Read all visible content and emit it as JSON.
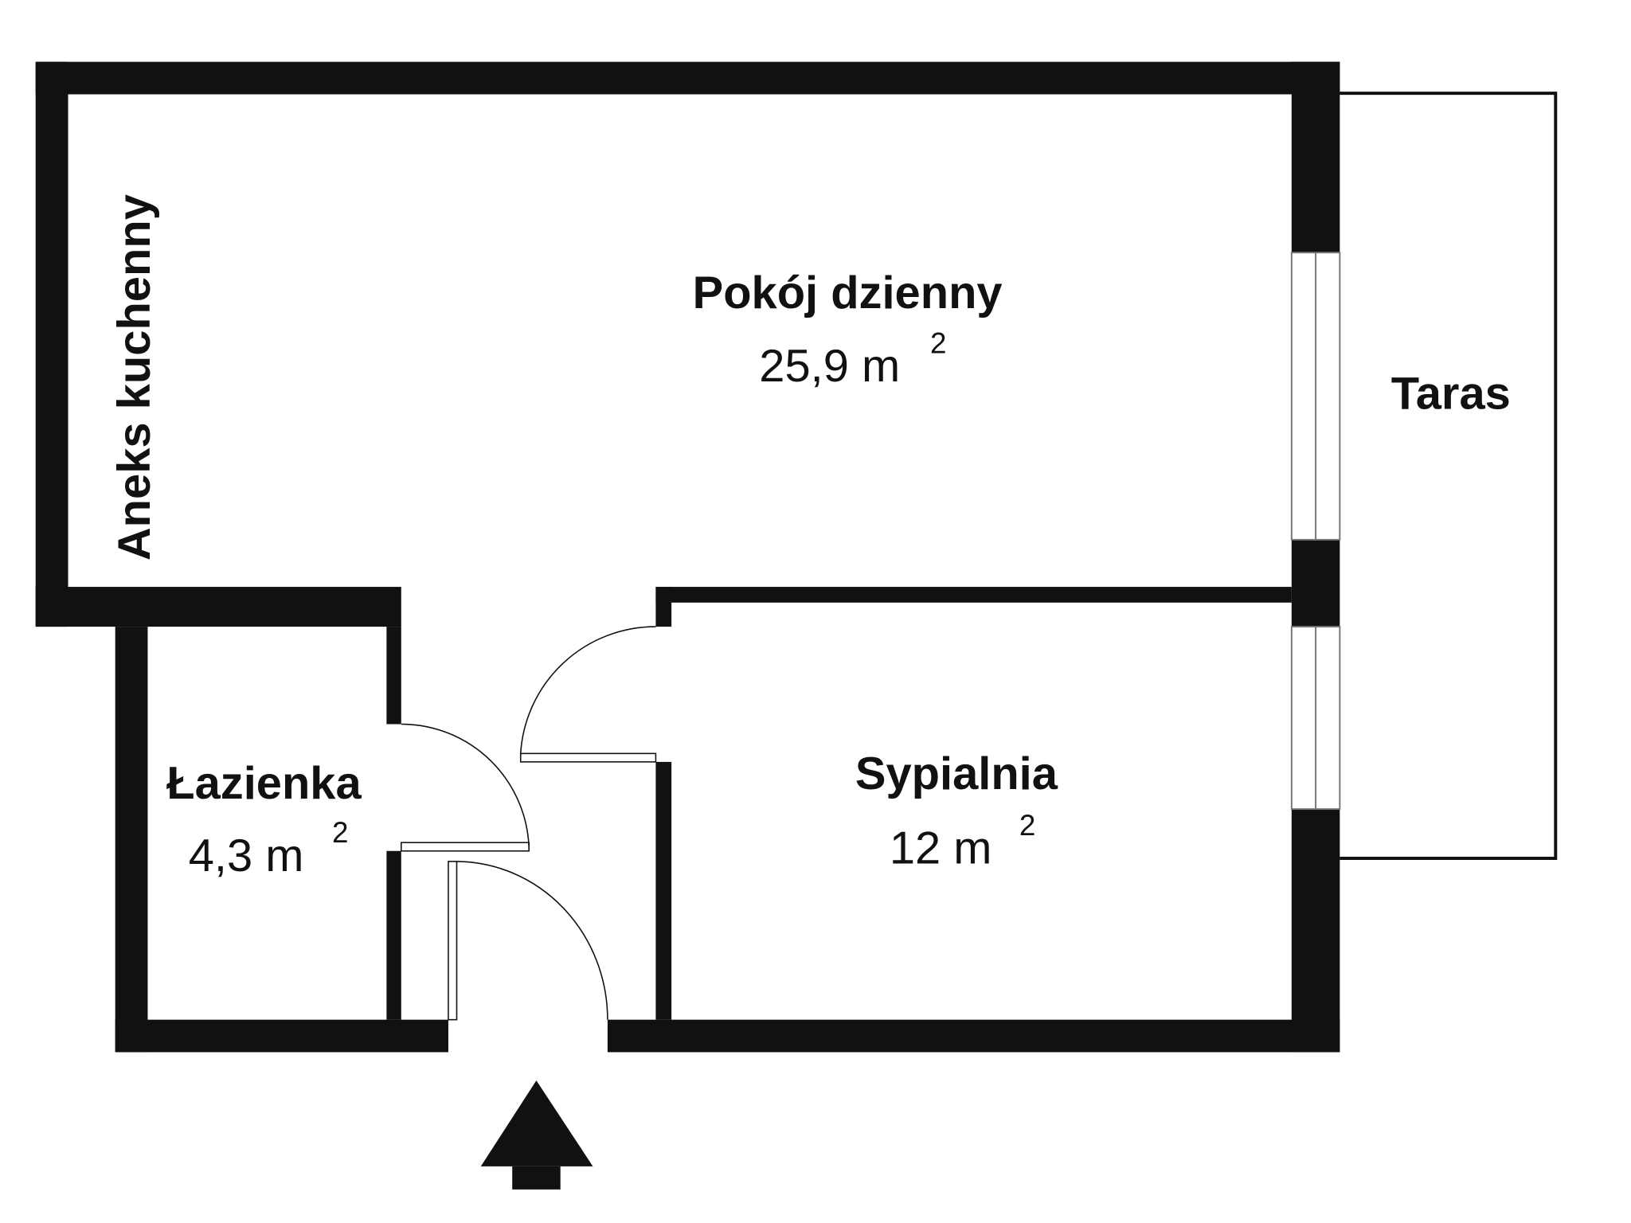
{
  "colors": {
    "wall": "#111111",
    "background": "#ffffff"
  },
  "rooms": [
    {
      "name": "Aneks kuchenny",
      "area": ""
    },
    {
      "name": "Pokój dzienny",
      "area": "25,9 m",
      "unit_exp": "2"
    },
    {
      "name": "Taras",
      "area": ""
    },
    {
      "name": "Łazienka",
      "area": "4,3 m",
      "unit_exp": "2"
    },
    {
      "name": "Sypialnia",
      "area": "12 m",
      "unit_exp": "2"
    }
  ],
  "entrance_icon": "arrow-up-icon"
}
